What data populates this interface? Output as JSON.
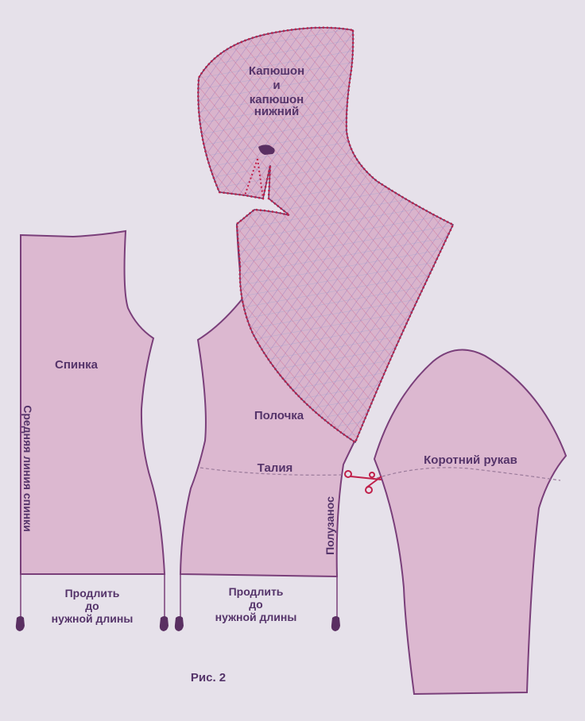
{
  "labels": {
    "hood_line1": "Капюшон",
    "hood_line2": "и",
    "hood_line3": "капюшон",
    "hood_line4": "нижний",
    "back": "Спинка",
    "back_center": "Средняя линия спинки",
    "front": "Полочка",
    "waist": "Талия",
    "overlap": "Полузанос",
    "sleeve": "Коротний рукав",
    "extend_left_1": "Продлить",
    "extend_left_2": "до",
    "extend_left_3": "нужной длины",
    "extend_mid_1": "Продлить",
    "extend_mid_2": "до",
    "extend_mid_3": "нужной длины",
    "figure": "Рис. 2"
  },
  "colors": {
    "background": "#e6e1ea",
    "piece_fill": "#dcb8d0",
    "piece_stroke": "#7a3f7a",
    "seam_dotted": "#c0204a",
    "text": "#55346a",
    "hatch_fill": "#d9b4cc"
  },
  "icons": [
    "pointing-hand-icon",
    "scissors-icon"
  ]
}
